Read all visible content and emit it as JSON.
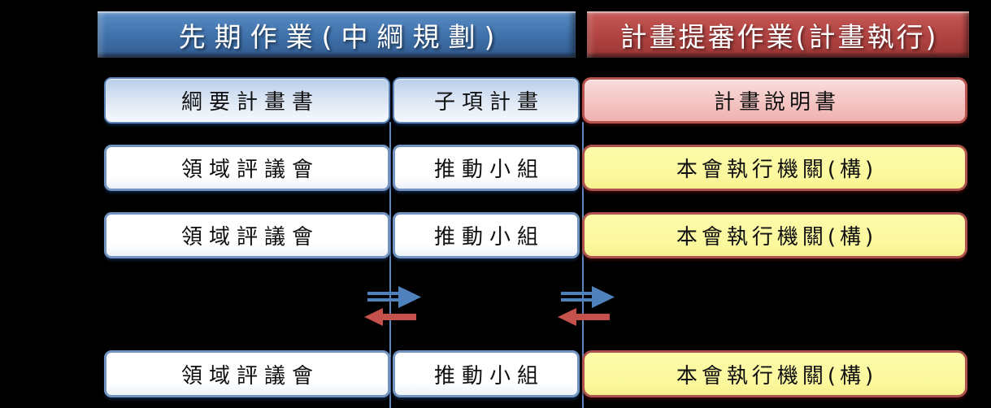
{
  "headers": {
    "left": "先期作業(中綱規劃)",
    "right": "計畫提審作業(計畫執行)"
  },
  "stage_row": {
    "outline_plan": "綱要計畫書",
    "sub_plan": "子項計畫",
    "plan_description": "計畫說明書"
  },
  "process_rows": [
    {
      "council": "領域評議會",
      "team": "推動小組",
      "agency": "本會執行機關(構)"
    },
    {
      "council": "領域評議會",
      "team": "推動小組",
      "agency": "本會執行機關(構)"
    },
    {
      "council": "領域評議會",
      "team": "推動小組",
      "agency": "本會執行機關(構)"
    }
  ],
  "colors": {
    "background": "#000000",
    "header_blue": "#3e70a9",
    "header_red": "#b04341",
    "box_blue_fill": "#d3e0f2",
    "box_blue_border": "#5c84b8",
    "box_pink_fill": "#f5cbc9",
    "box_pink_border": "#b9534f",
    "box_white_fill": "#ffffff",
    "box_white_border": "#7394c1",
    "box_yellow_fill": "#fbf89e",
    "box_yellow_border": "#ad524e",
    "connector_line": "#5e87bd",
    "arrow_blue": "#4f81bd",
    "arrow_red": "#c5514c"
  }
}
